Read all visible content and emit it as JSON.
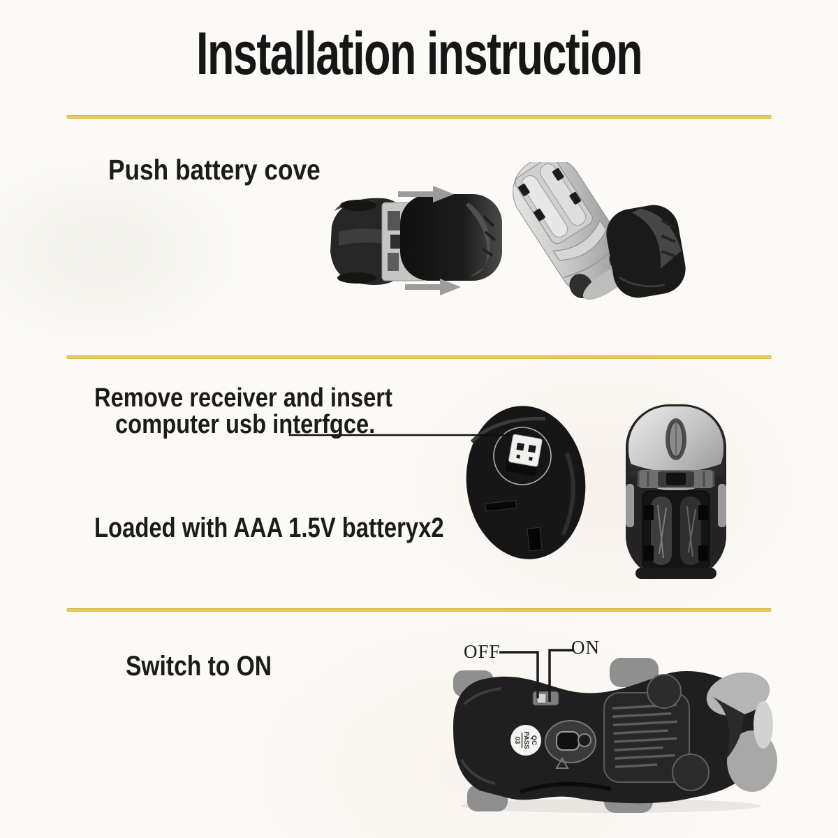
{
  "page": {
    "title": "Installation instruction"
  },
  "steps": {
    "step1": {
      "heading": "Push battery cove"
    },
    "step2": {
      "heading_line1": "Remove receiver and insert",
      "heading_line2": "computer usb interfgce.",
      "note": "Loaded with AAA 1.5V batteryx2"
    },
    "step3": {
      "heading": "Switch to ON",
      "off_label": "OFF",
      "on_label": "ON",
      "qc_sticker": {
        "line1": "QC",
        "line2": "PASS",
        "line3": "03"
      }
    }
  },
  "colors": {
    "divider_gold": "#dcb23c",
    "background": "#fbfaf6",
    "text": "#1b1b1b"
  }
}
